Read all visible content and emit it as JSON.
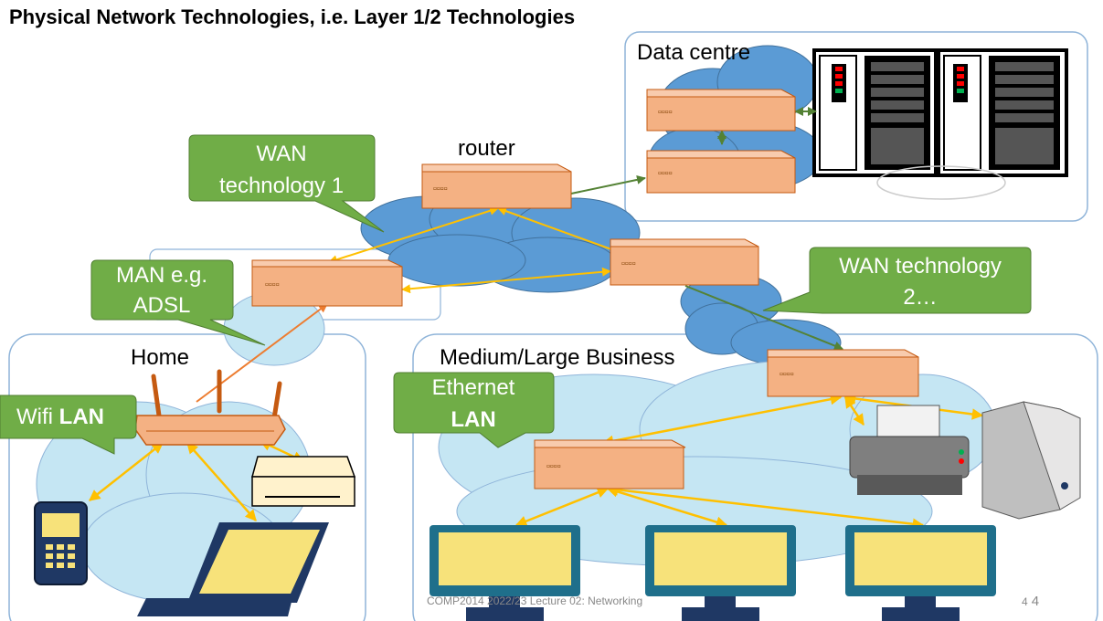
{
  "title": "Physical Network Technologies, i.e. Layer 1/2 Technologies",
  "labels": {
    "data_centre": "Data centre",
    "router": "router",
    "home": "Home",
    "business": "Medium/Large Business"
  },
  "callouts": {
    "wan1_line1": "WAN",
    "wan1_line2": "technology 1",
    "man_line1": "MAN e.g.",
    "man_line2": "ADSL",
    "wan2_line1": "WAN technology",
    "wan2_line2": "2…",
    "wifi_text": "Wifi ",
    "wifi_bold": "LAN",
    "ethernet_line1": "Ethernet",
    "ethernet_line2": "LAN"
  },
  "router_port_marks": "▫▫▫▫",
  "footer": "COMP2014 2022/23 Lecture 02: Networking",
  "page_small": "4",
  "page_big": "4",
  "colors": {
    "wan_cloud": "#5b9bd5",
    "lan_cloud": "#c5e6f3",
    "router": "#f4b183",
    "router_stroke": "#c55a11",
    "callout": "#70ad47",
    "link_arrow": "#ffc000",
    "link_green": "#548235",
    "link_orange": "#ed7d31",
    "zone_border": "#8fb4d9",
    "screen_frame": "#1f6f8b",
    "screen": "#f7e27a"
  }
}
